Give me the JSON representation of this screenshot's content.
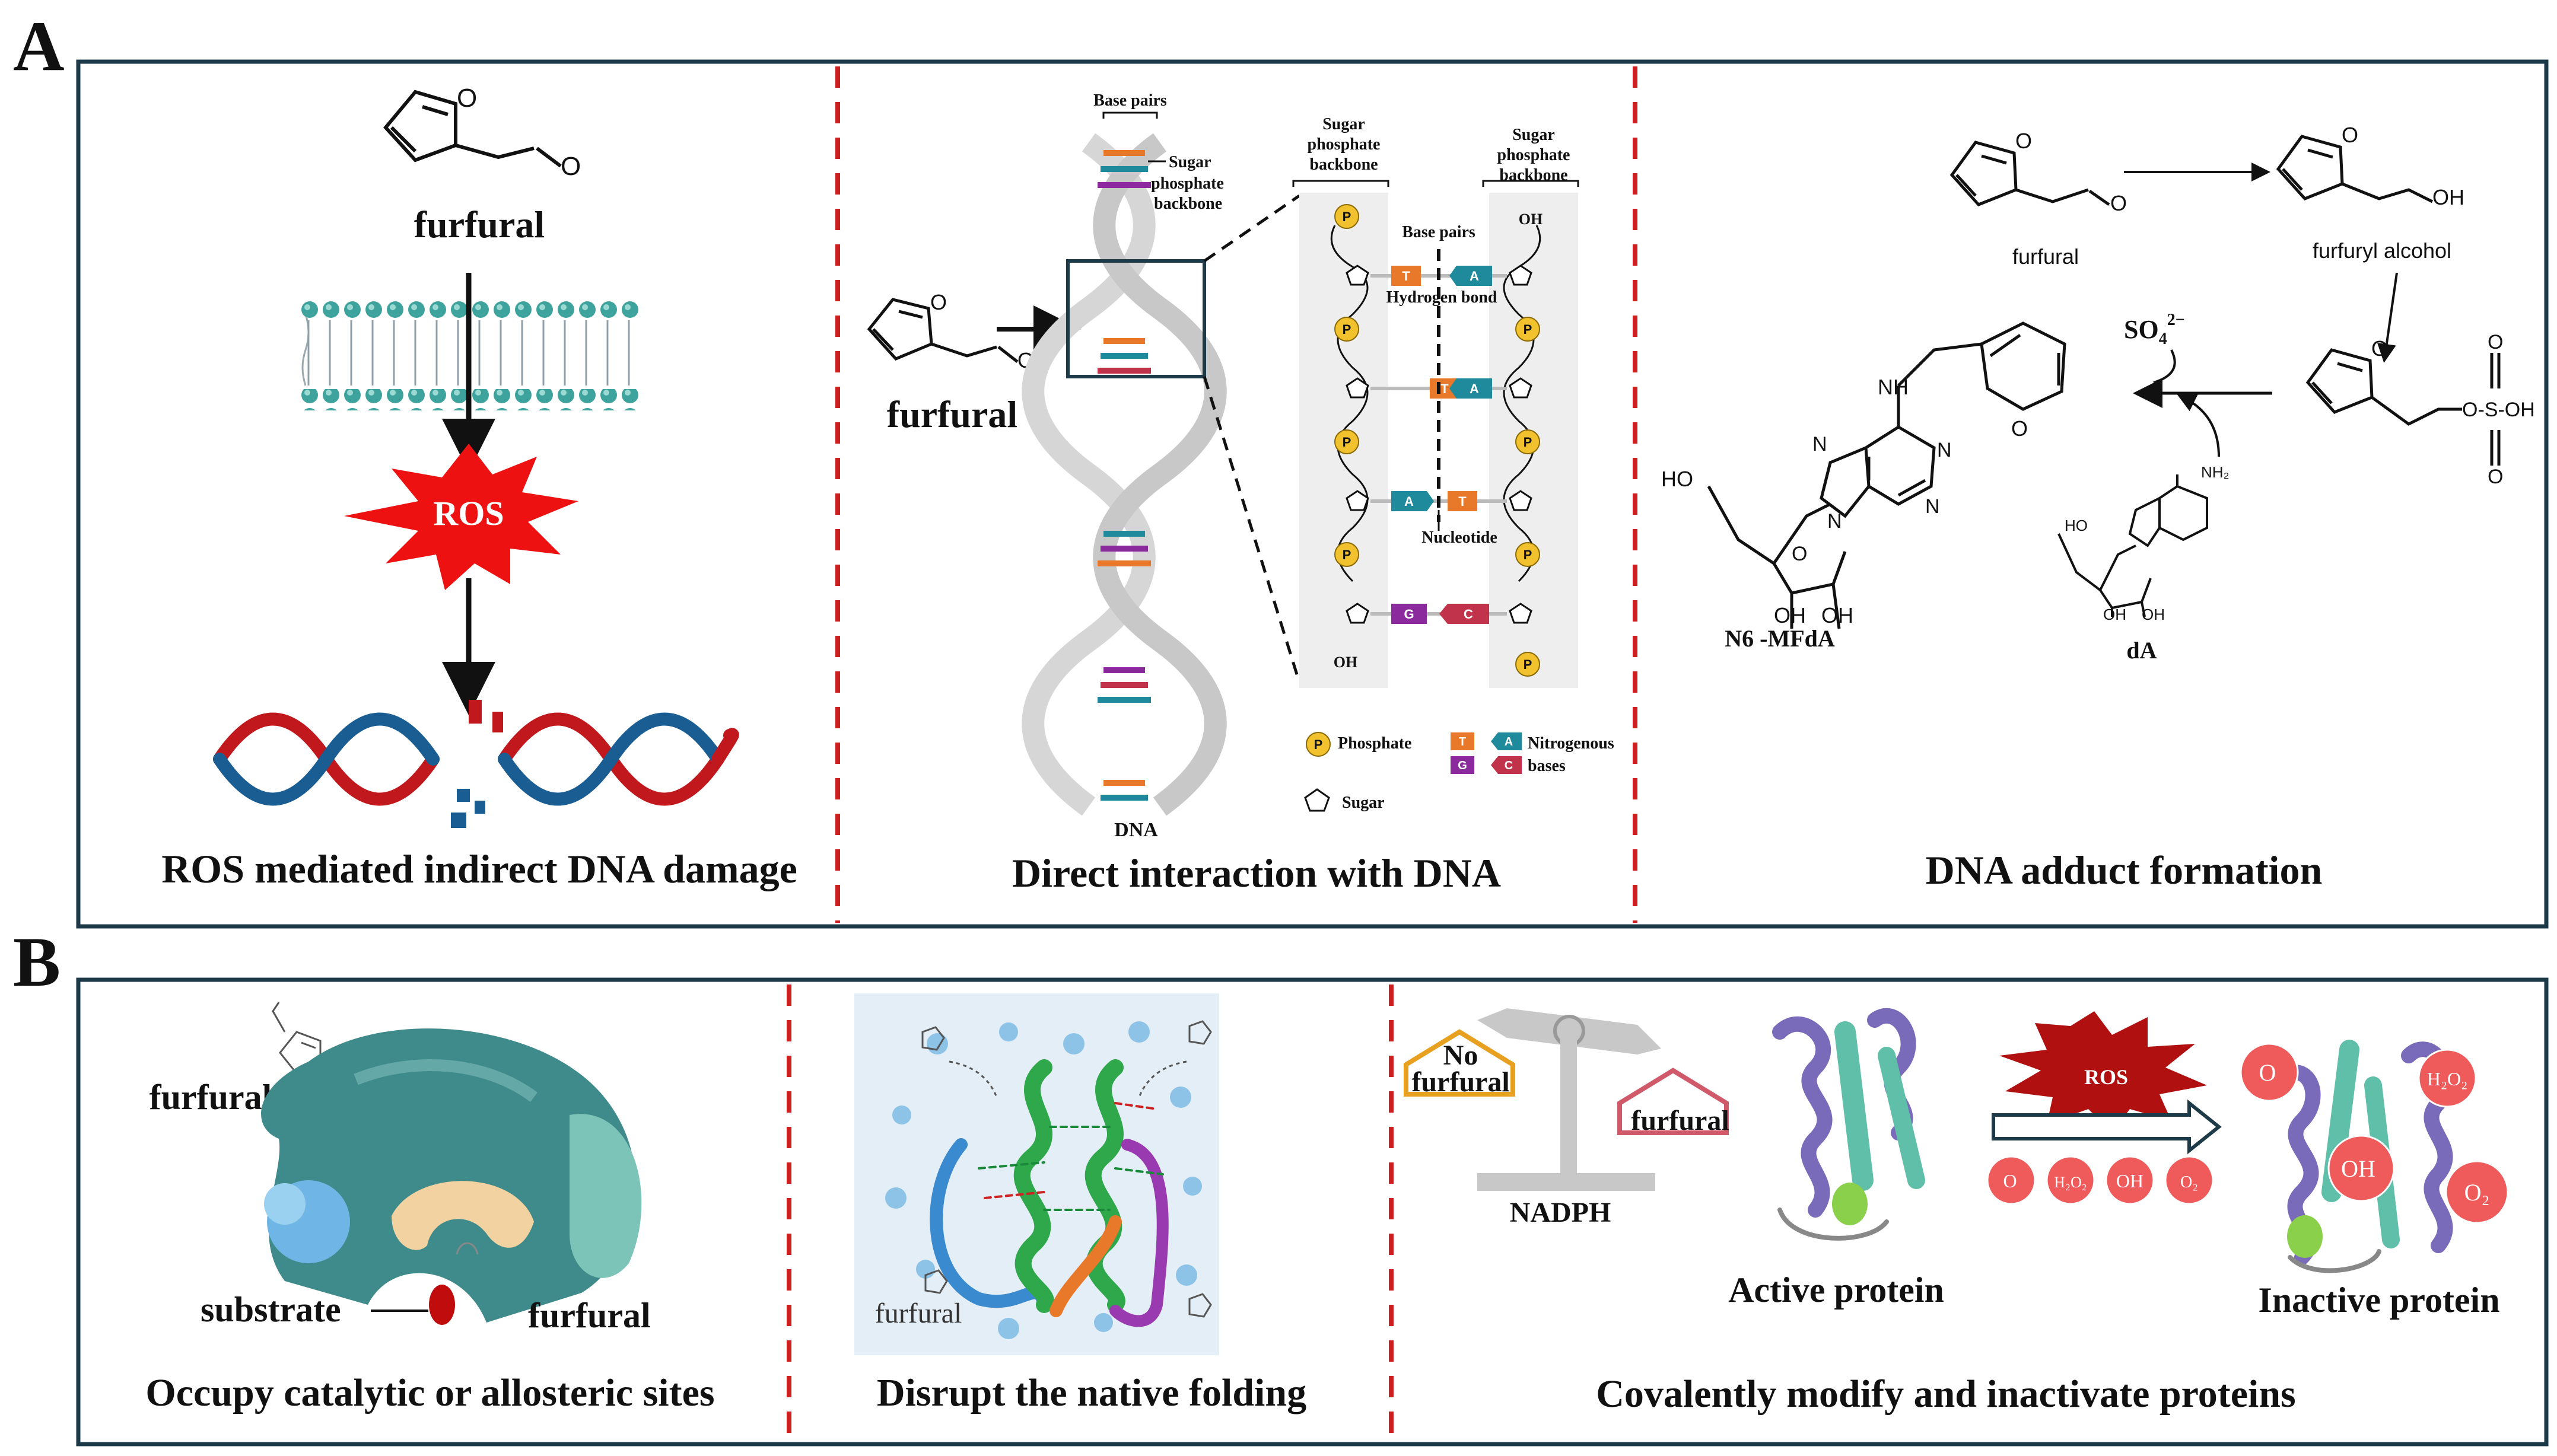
{
  "panel_a": {
    "letter": "A",
    "sec1": {
      "caption": "ROS mediated indirect DNA damage",
      "furfural": "furfural",
      "ros": "ROS"
    },
    "sec2": {
      "caption": "Direct interaction with DNA",
      "furfural": "furfural",
      "dna": "DNA",
      "base_pairs_top": "Base pairs",
      "sugar_backbone_helix": [
        "Sugar",
        "phosphate",
        "backbone"
      ],
      "sugar_backbone_left": [
        "Sugar",
        "phosphate",
        "backbone"
      ],
      "sugar_backbone_right": [
        "Sugar",
        "phosphate",
        "backbone"
      ],
      "base_pairs_ladder": "Base pairs",
      "hydrogen_bond": "Hydrogen bond",
      "nucleotide": "Nucleotide",
      "oh": "OH",
      "p": "P",
      "base_t": "T",
      "base_a": "A",
      "base_g": "G",
      "base_c": "C",
      "legend": {
        "phosphate": "Phosphate",
        "sugar": "Sugar",
        "nitrogenous": "Nitrogenous",
        "bases": "bases"
      }
    },
    "sec3": {
      "caption": "DNA adduct formation",
      "furfural": "furfural",
      "furfuryl_alcohol": "furfuryl alcohol",
      "so4": "SO",
      "so4_sub": "4",
      "so4_sup": "2−",
      "adduct": "N6 -MFdA",
      "da": "dA",
      "atom_o": "O",
      "atom_oh": "OH",
      "atom_ho": "HO",
      "atom_nh": "NH",
      "atom_n": "N",
      "atom_nh2": "NH₂",
      "sulfate": "O-S-OH",
      "atom_s": "S"
    }
  },
  "panel_b": {
    "letter": "B",
    "sec1": {
      "caption": "Occupy catalytic or allosteric sites",
      "furfural_top": "furfural",
      "substrate": "substrate",
      "furfural_bottom": "furfural"
    },
    "sec2": {
      "caption": "Disrupt the native folding",
      "furfural": "furfural"
    },
    "sec3": {
      "caption": "Covalently modify and inactivate proteins",
      "no_furfural_1": "No",
      "no_furfural_2": "furfural",
      "furfural": "furfural",
      "nadph": "NADPH",
      "active": "Active protein",
      "inactive": "Inactive protein",
      "ros": "ROS",
      "bubble_o": "O",
      "bubble_oh": "OH",
      "bubble_h2o2": "H₂O₂",
      "bubble_o2": "O₂"
    }
  },
  "colors": {
    "frame": "#1d3a48",
    "divider": "#cc1f1f",
    "ros": "#ee1111",
    "ros_dark": "#b01010",
    "dna_red": "#c0181d",
    "dna_blue": "#1a5d92",
    "phosphate": "#f2c12e",
    "base_t": "#e8782a",
    "base_a": "#1e8a9c",
    "base_g": "#8a2a9c",
    "base_c": "#c0334a",
    "enzyme": "#3f8a8a",
    "bubble": "#ef5a5a",
    "helix_purple": "#6a5aa8",
    "sheet_green": "#5fbfa8"
  }
}
